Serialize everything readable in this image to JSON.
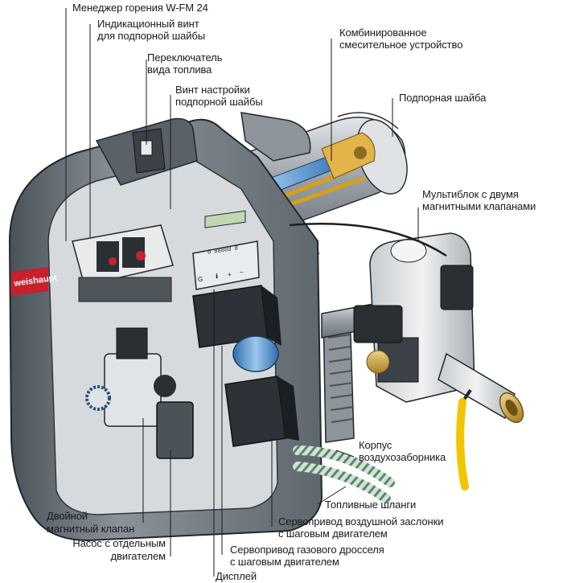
{
  "brand": "weishaupt",
  "display_readout": "0 88888 8",
  "display_keys": [
    "G",
    "ℹ",
    "+",
    "−"
  ],
  "labels": {
    "combustion_manager": "Менеджер горения W-FM 24",
    "indicator_screw_1": "Индикационный винт",
    "indicator_screw_2": "для подпорной шайбы",
    "fuel_switch_1": "Переключатель",
    "fuel_switch_2": "вида топлива",
    "adjust_screw_1": "Винт настройки",
    "adjust_screw_2": "подпорной шайбы",
    "mixing_unit_1": "Комбинированное",
    "mixing_unit_2": "смесительное устройство",
    "baffle_disc": "Подпорная шайба",
    "multiblock_1": "Мультиблок с двумя",
    "multiblock_2": "магнитными клапанами",
    "air_intake_1": "Корпус",
    "air_intake_2": "воздухозаборника",
    "fuel_hoses": "Топливные шланги",
    "air_servo_1": "Сервопривод воздушной заслонки",
    "air_servo_2": "с шаговым двигателем",
    "gas_servo_1": "Сервопривод газового дросселя",
    "gas_servo_2": "с шаговым двигателем",
    "display": "Дисплей",
    "pump_1": "Насос с отдельным",
    "pump_2": "двигателем",
    "double_valve_1": "Двойной",
    "double_valve_2": "магнитный клапан"
  },
  "colors": {
    "housing": "#7b848c",
    "housing_dark": "#3f464d",
    "metal_light": "#c9ced2",
    "blue_tube": "#3f84c8",
    "gold_pipe": "#d7a01a",
    "yellow_handle": "#f2c500",
    "brass": "#c8a24a",
    "brand_red": "#c8202c"
  }
}
